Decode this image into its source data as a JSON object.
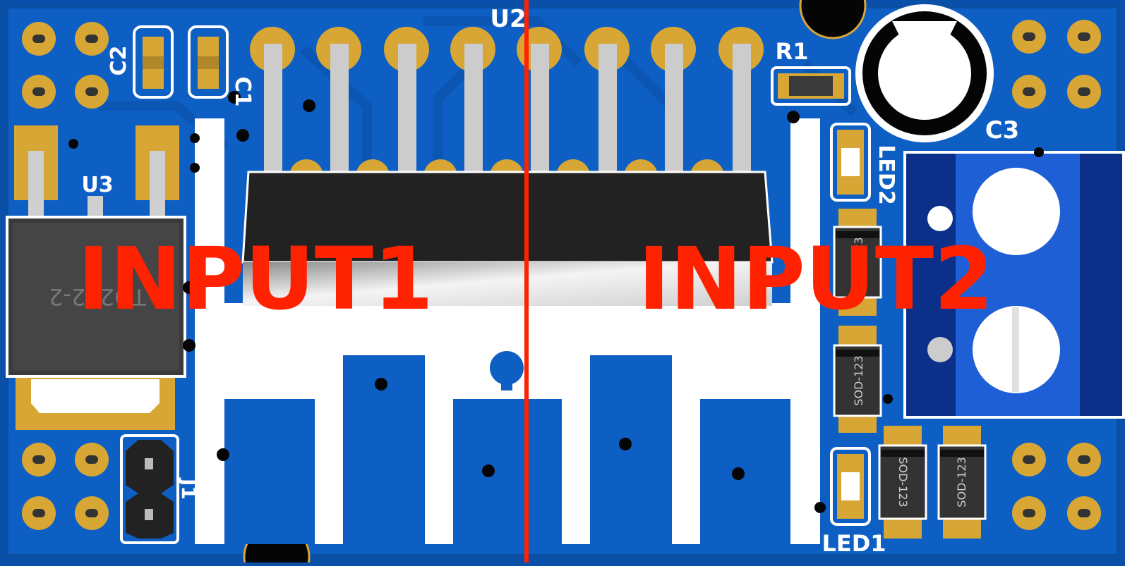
{
  "labels": {
    "u2": "U2",
    "u3": "U3",
    "r1": "R1",
    "c1": "C1",
    "c2": "C2",
    "c3": "C3",
    "led1": "LED1",
    "led2": "LED2",
    "j1": "J1",
    "u3_package": "TO252-2",
    "diode_package": "SOD-123",
    "input1": "INPUT1",
    "input2": "INPUT2"
  },
  "colors": {
    "board": "#0a4fa8",
    "copper": "#0d5fc4",
    "pad_gold": "#d7a635",
    "silkscreen": "#ffffff",
    "divider": "#ff2200",
    "chip_body": "#222222"
  }
}
